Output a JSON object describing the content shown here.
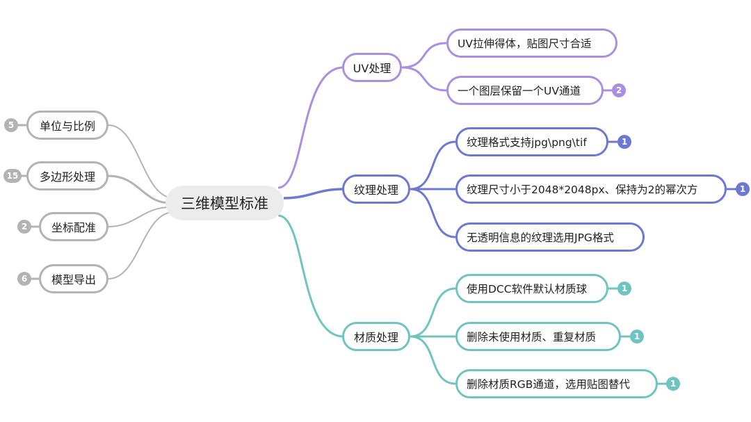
{
  "colors": {
    "purple": "#a98fe0",
    "indigo": "#6b78d4",
    "teal": "#6ec4c0",
    "gray": "#b3b3b3",
    "root_fill": "#ececec"
  },
  "root": {
    "label": "三维模型标准"
  },
  "left_topics": [
    {
      "label": "单位与比例",
      "count": "5"
    },
    {
      "label": "多边形处理",
      "count": "15"
    },
    {
      "label": "坐标配准",
      "count": "2"
    },
    {
      "label": "模型导出",
      "count": "6"
    }
  ],
  "right_topics": [
    {
      "label": "UV处理",
      "color": "purple",
      "children": [
        {
          "label": "UV拉伸得体，贴图尺寸合适",
          "count": ""
        },
        {
          "label": "一个图层保留一个UV通道",
          "count": "2"
        }
      ]
    },
    {
      "label": "纹理处理",
      "color": "indigo",
      "children": [
        {
          "label": "纹理格式支持jpg\\png\\tif",
          "count": "1"
        },
        {
          "label": "纹理尺寸小于2048*2048px、保持为2的幂次方",
          "count": "1"
        },
        {
          "label": "无透明信息的纹理选用JPG格式",
          "count": ""
        }
      ]
    },
    {
      "label": "材质处理",
      "color": "teal",
      "children": [
        {
          "label": "使用DCC软件默认材质球",
          "count": "1"
        },
        {
          "label": "删除未使用材质、重复材质",
          "count": "1"
        },
        {
          "label": "删除材质RGB通道，选用贴图替代",
          "count": "1"
        }
      ]
    }
  ]
}
